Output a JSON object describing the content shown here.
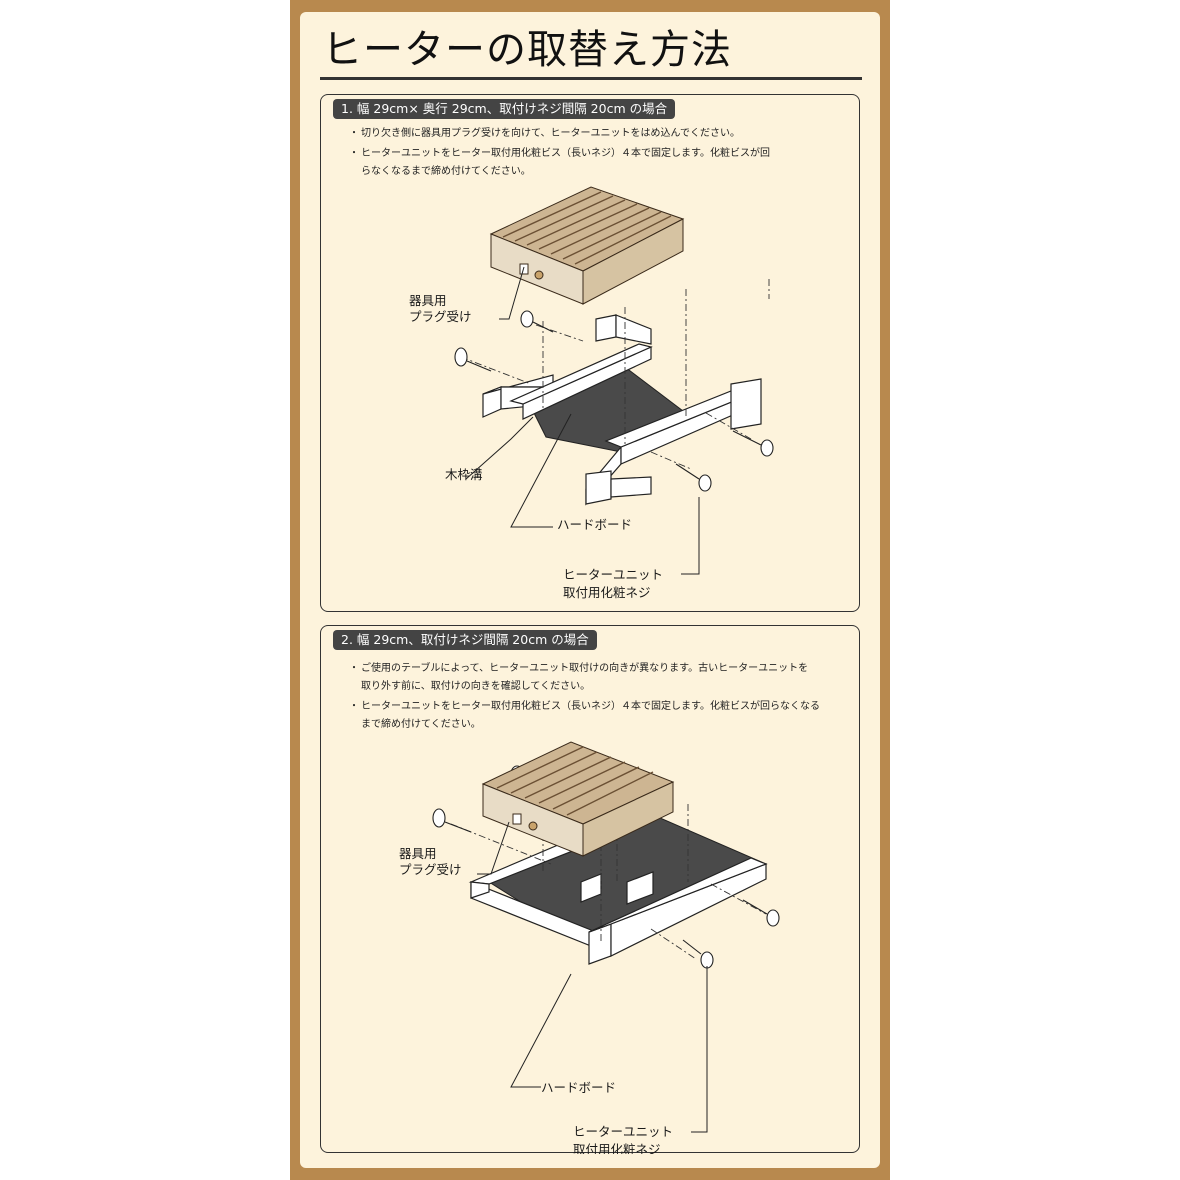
{
  "page": {
    "title": "ヒーターの取替え方法"
  },
  "section1": {
    "heading": "1. 幅 29cm× 奥行 29cm、取付けネジ間隔 20cm の場合",
    "note1": "切り欠き側に器具用プラグ受けを向けて、ヒーターユニットをはめ込んでください。",
    "note2a": "ヒーターユニットをヒーター取付用化粧ビス（長いネジ）４本で固定します。化粧ビスが回",
    "note2b": "らなくなるまで締め付けてください。",
    "labels": {
      "plug1": "器具用",
      "plug2": "プラグ受け",
      "groove": "木枠溝",
      "board": "ハードボード",
      "screw1": "ヒーターユニット",
      "screw2": "取付用化粧ネジ"
    }
  },
  "section2": {
    "heading": "2. 幅 29cm、取付けネジ間隔 20cm の場合",
    "note1a": "ご使用のテーブルによって、ヒーターユニット取付けの向きが異なります。古いヒーターユニットを",
    "note1b": "取り外す前に、取付けの向きを確認してください。",
    "note2a": "ヒーターユニットをヒーター取付用化粧ビス（長いネジ）４本で固定します。化粧ビスが回らなくなる",
    "note2b": "まで締め付けてください。",
    "labels": {
      "plug1": "器具用",
      "plug2": "プラグ受け",
      "board": "ハードボード",
      "screw1": "ヒーターユニット",
      "screw2": "取付用化粧ネジ"
    }
  },
  "colors": {
    "frame": "#b8894e",
    "paper": "#fdf3dc",
    "heading_bg": "#444444",
    "board": "#4a4a4a",
    "heater": "#cdb592"
  }
}
